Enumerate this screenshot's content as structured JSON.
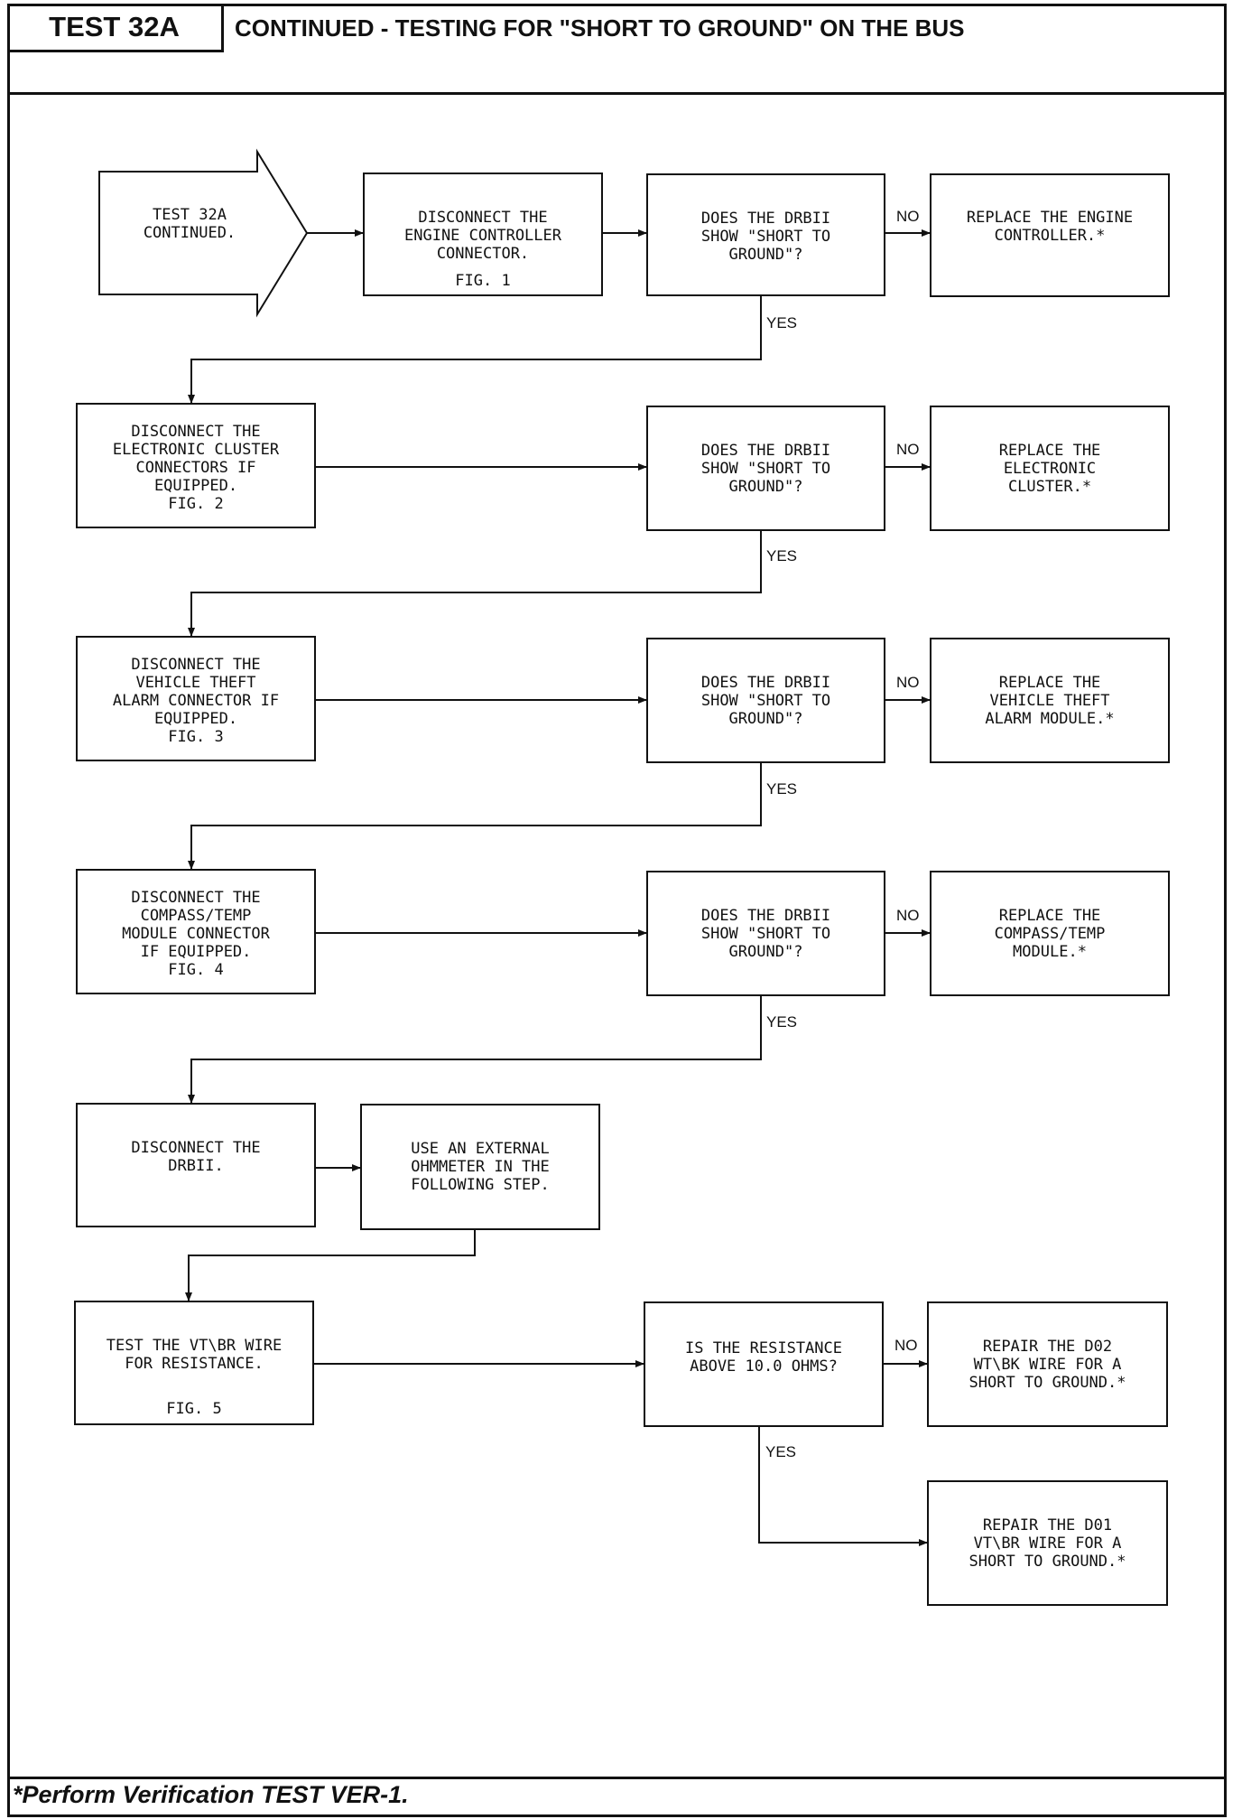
{
  "header": {
    "test_id": "TEST 32A",
    "title": "CONTINUED - TESTING FOR \"SHORT TO GROUND\" ON THE BUS"
  },
  "footer": {
    "note": "*Perform Verification TEST VER-1."
  },
  "flow": {
    "start": {
      "text": "TEST 32A\nCONTINUED."
    },
    "step1": {
      "text": "DISCONNECT THE\nENGINE CONTROLLER\nCONNECTOR.",
      "fig": "FIG. 1"
    },
    "q1": {
      "text": "DOES THE DRBII\nSHOW \"SHORT TO\nGROUND\"?"
    },
    "r1": {
      "text": "REPLACE THE ENGINE\nCONTROLLER.*"
    },
    "step2": {
      "text": "DISCONNECT THE\nELECTRONIC CLUSTER\nCONNECTORS IF\nEQUIPPED.\nFIG. 2"
    },
    "q2": {
      "text": "DOES THE DRBII\nSHOW \"SHORT TO\nGROUND\"?"
    },
    "r2": {
      "text": "REPLACE THE\nELECTRONIC\nCLUSTER.*"
    },
    "step3": {
      "text": "DISCONNECT THE\nVEHICLE THEFT\nALARM CONNECTOR IF\nEQUIPPED.\nFIG. 3"
    },
    "q3": {
      "text": "DOES THE DRBII\nSHOW \"SHORT TO\nGROUND\"?"
    },
    "r3": {
      "text": "REPLACE THE\nVEHICLE THEFT\nALARM MODULE.*"
    },
    "step4": {
      "text": "DISCONNECT THE\nCOMPASS/TEMP\nMODULE CONNECTOR\nIF EQUIPPED.\nFIG. 4"
    },
    "q4": {
      "text": "DOES THE DRBII\nSHOW \"SHORT TO\nGROUND\"?"
    },
    "r4": {
      "text": "REPLACE THE\nCOMPASS/TEMP\nMODULE.*"
    },
    "step5": {
      "text": "DISCONNECT THE\nDRBII."
    },
    "step6": {
      "text": "USE AN EXTERNAL\nOHMMETER IN THE\nFOLLOWING STEP."
    },
    "step7": {
      "text": "TEST THE VT\\BR WIRE\nFOR RESISTANCE.",
      "fig": "FIG. 5"
    },
    "q5": {
      "text": "IS THE RESISTANCE\nABOVE 10.0 OHMS?"
    },
    "r5_no": {
      "text": "REPAIR THE D02\nWT\\BK WIRE FOR A\nSHORT TO GROUND.*"
    },
    "r5_yes": {
      "text": "REPAIR THE D01\nVT\\BR WIRE FOR A\nSHORT TO GROUND.*"
    },
    "labels": {
      "no": "NO",
      "yes": "YES"
    }
  }
}
